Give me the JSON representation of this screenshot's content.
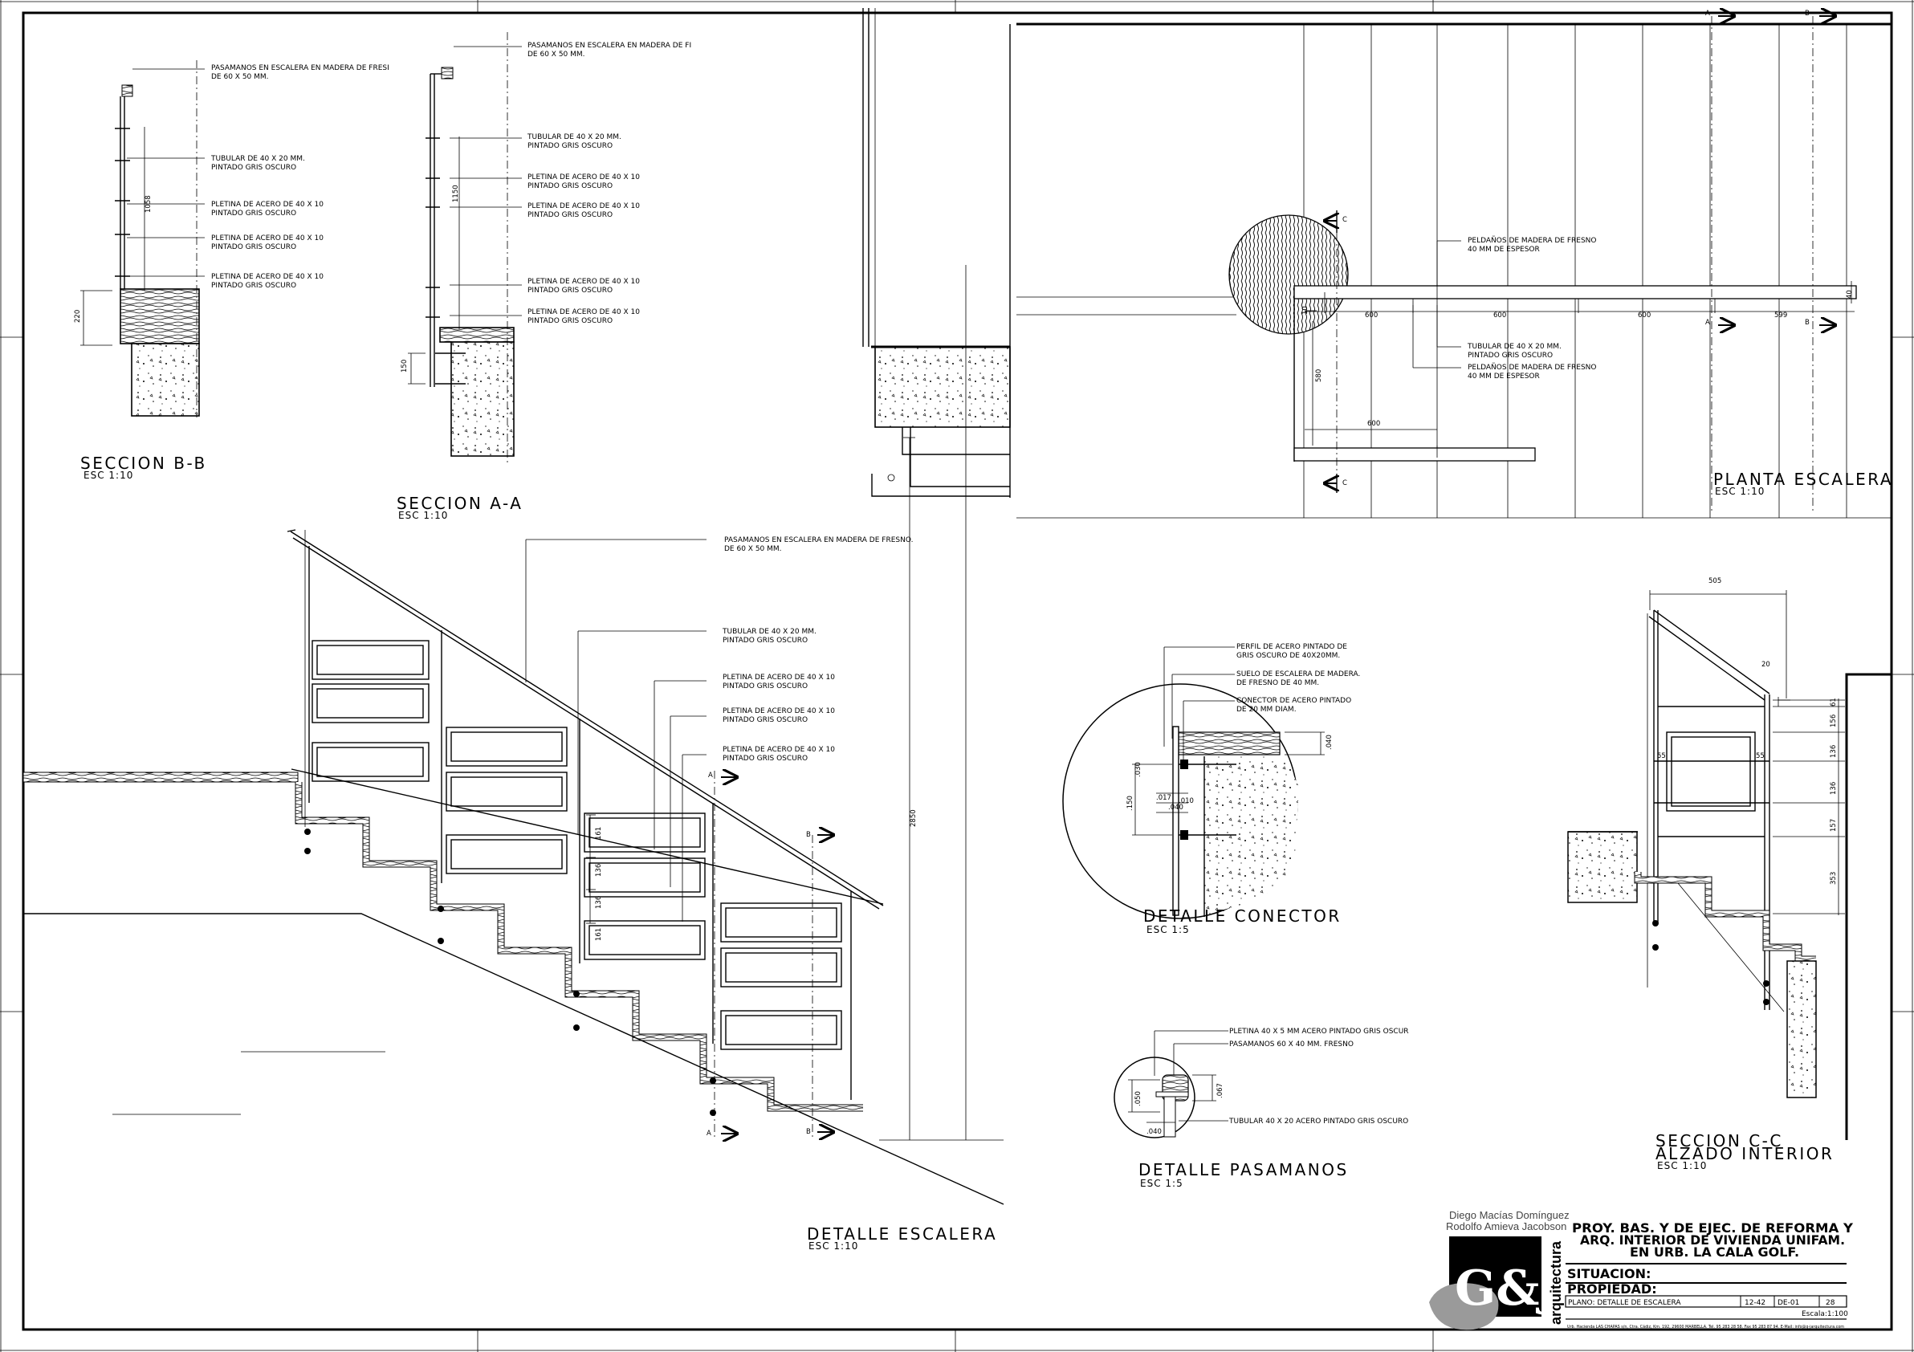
{
  "sheet": {
    "project_lines": [
      "PROY. BAS. Y DE EJEC. DE REFORMA Y",
      "ARQ. INTERIOR DE VIVIENDA UNIFAM.",
      "EN URB. LA CALA GOLF."
    ],
    "situacion_label": "SITUACION:",
    "propiedad_label": "PROPIEDAD:",
    "plano_label": "PLANO: DETALLE DE ESCALERA",
    "code": "12-42",
    "sheet_id": "DE-01",
    "sheet_number": "28",
    "escala": "Escala:1:100",
    "architect_1": "Diego Macías Domínguez",
    "architect_2": "Rodolfo Amieva Jacobson",
    "firm_logo_letters": "G&J",
    "firm_word": "arquitectura",
    "address": "Urb. Hacienda LAS CHAPAS s/n, Ctra. Cádiz, Km. 192, 29600 MARBELLA.   Tel. 95 283 28 58.   Fax 95 283 87 94.   E-Mail: info@g-jarquitectura.com"
  },
  "views": {
    "seccion_bb": {
      "title": "SECCION B-B",
      "scale": "ESC 1:10",
      "labels": [
        [
          "PASAMANOS EN ESCALERA EN MADERA DE FRESI",
          "DE 60 X 50 MM."
        ],
        [
          "TUBULAR DE 40 X 20 MM.",
          "PINTADO GRIS OSCURO"
        ],
        [
          "PLETINA DE ACERO DE 40 X 10",
          "PINTADO GRIS OSCURO"
        ],
        [
          "PLETINA DE ACERO DE 40 X 10",
          "PINTADO GRIS OSCURO"
        ],
        [
          "PLETINA DE ACERO DE 40 X 10",
          "PINTADO GRIS OSCURO"
        ]
      ],
      "dims": [
        "1058",
        "220"
      ]
    },
    "seccion_aa": {
      "title": "SECCION A-A",
      "scale": "ESC 1:10",
      "labels": [
        [
          "PASAMANOS EN ESCALERA EN MADERA DE FI",
          "DE 60 X 50 MM."
        ],
        [
          "TUBULAR DE 40 X 20 MM.",
          "PINTADO GRIS OSCURO"
        ],
        [
          "PLETINA DE ACERO DE 40 X 10",
          "PINTADO GRIS OSCURO"
        ],
        [
          "PLETINA DE ACERO DE 40 X 10",
          "PINTADO GRIS OSCURO"
        ],
        [
          "PLETINA DE ACERO DE 40 X 10",
          "PINTADO GRIS OSCURO"
        ],
        [
          "PLETINA DE ACERO DE 40 X 10",
          "PINTADO GRIS OSCURO"
        ]
      ],
      "dims": [
        "1150",
        "150"
      ]
    },
    "planta": {
      "title": "PLANTA ESCALERA",
      "scale": "ESC 1:10",
      "labels": [
        [
          "PELDAÑOS DE MADERA DE FRESNO",
          "40 MM DE ESPESOR"
        ],
        [
          "TUBULAR DE 40 X 20 MM.",
          "PINTADO GRIS OSCURO"
        ],
        [
          "PELDAÑOS DE MADERA DE FRESNO",
          "40 MM DE ESPESOR"
        ]
      ],
      "dims": [
        "600",
        "600",
        "600",
        "599",
        "600",
        "580",
        "40",
        "10"
      ],
      "markers": [
        "A",
        "B",
        "A",
        "B",
        "C",
        "C"
      ]
    },
    "detalle_escalera": {
      "title": "DETALLE ESCALERA",
      "scale": "ESC 1:10",
      "labels": [
        [
          "PASAMANOS EN ESCALERA EN MADERA DE FRESNO.",
          "DE 60 X 50 MM."
        ],
        [
          "TUBULAR DE 40 X 20 MM.",
          "PINTADO GRIS OSCURO"
        ],
        [
          "PLETINA DE ACERO DE 40 X 10",
          "PINTADO GRIS OSCURO"
        ],
        [
          "PLETINA DE ACERO DE 40 X 10",
          "PINTADO GRIS OSCURO"
        ],
        [
          "PLETINA DE ACERO DE 40 X 10",
          "PINTADO GRIS OSCURO"
        ]
      ],
      "dims": [
        "2850",
        "161",
        "136",
        "136",
        "161"
      ],
      "markers": [
        "A",
        "B",
        "A",
        "B"
      ]
    },
    "detalle_conector": {
      "title": "DETALLE CONECTOR",
      "scale": "ESC 1:5",
      "labels": [
        [
          "PERFIL DE ACERO PINTADO DE",
          "GRIS OSCURO DE 40X20MM."
        ],
        [
          "SUELO DE ESCALERA DE MADERA.",
          "DE FRESNO DE 40 MM."
        ],
        [
          "CONECTOR DE ACERO PINTADO",
          "DE 20 MM DIAM."
        ]
      ],
      "dims": [
        ".040",
        ".030",
        ".150",
        ".017",
        ".010",
        ".040"
      ]
    },
    "detalle_pasamanos": {
      "title": "DETALLE PASAMANOS",
      "scale": "ESC 1:5",
      "labels": [
        "PLETINA 40 X 5 MM ACERO PINTADO GRIS OSCUR",
        "PASAMANOS 60 X 40 MM. FRESNO",
        "TUBULAR 40 X 20 ACERO PINTADO GRIS OSCURO"
      ],
      "dims": [
        ".067",
        ".050",
        ".040"
      ]
    },
    "seccion_cc": {
      "title": "SECCION C-C",
      "title2": "ALZADO INTERIOR",
      "scale": "ESC 1:10",
      "dims": [
        "505",
        "20",
        "55",
        "55",
        "61",
        "156",
        "136",
        "136",
        "157",
        "353"
      ]
    }
  }
}
